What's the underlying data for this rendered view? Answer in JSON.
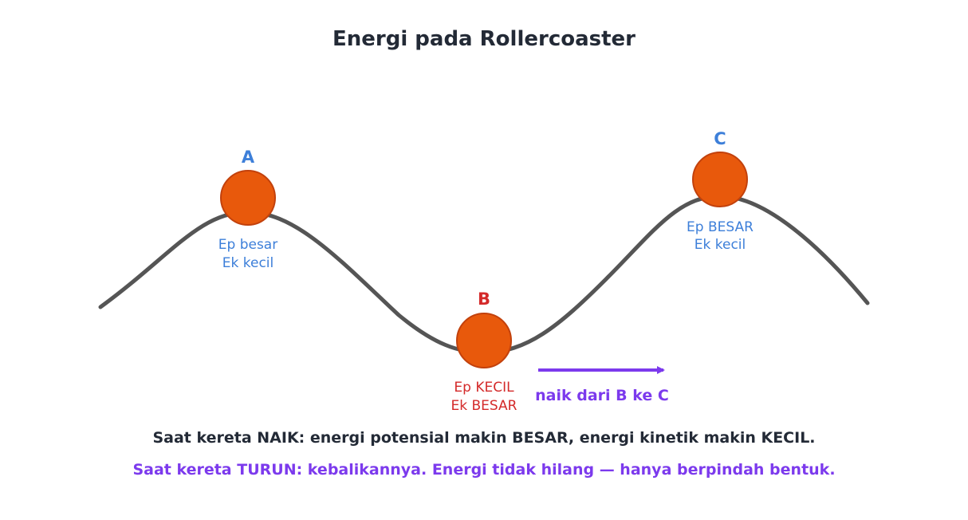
{
  "title": "Energi pada Rollercoaster",
  "points": {
    "a": {
      "label": "A",
      "ep": "Ep besar",
      "ek": "Ek kecil"
    },
    "b": {
      "label": "B",
      "ep": "Ep KECIL",
      "ek": "Ek BESAR"
    },
    "c": {
      "label": "C",
      "ep": "Ep BESAR",
      "ek": "Ek kecil"
    }
  },
  "arrow_label": "naik dari B ke C",
  "notes": {
    "naik": "Saat kereta NAIK: energi potensial makin BESAR, energi kinetik makin KECIL.",
    "turun": "Saat kereta TURUN: kebalikannya. Energi tidak hilang — hanya berpindah bentuk."
  },
  "colors": {
    "track": "#555555",
    "ball": "#e8590c",
    "ball_stroke": "#c2410c",
    "label_blue": "#3d7fd9",
    "label_red": "#d42a2a",
    "accent_purple": "#7c3aed"
  }
}
